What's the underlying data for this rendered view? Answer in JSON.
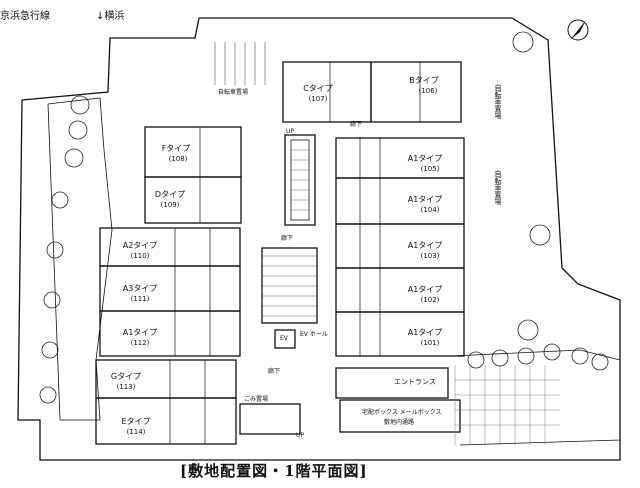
{
  "header": {
    "railway": "京浜急行線",
    "direction": "↓横浜"
  },
  "caption": "[敷地配置図・1階平面図]",
  "units": [
    {
      "type": "Cタイプ",
      "room": "(107)"
    },
    {
      "type": "Bタイプ",
      "room": "(106)"
    },
    {
      "type": "Fタイプ",
      "room": "(108)"
    },
    {
      "type": "Dタイプ",
      "room": "(109)"
    },
    {
      "type": "A2タイプ",
      "room": "(110)"
    },
    {
      "type": "A3タイプ",
      "room": "(111)"
    },
    {
      "type": "A1タイプ",
      "room": "(112)"
    },
    {
      "type": "Gタイプ",
      "room": "(113)"
    },
    {
      "type": "Eタイプ",
      "room": "(114)"
    },
    {
      "type": "A1タイプ",
      "room": "(105)"
    },
    {
      "type": "A1タイプ",
      "room": "(104)"
    },
    {
      "type": "A1タイプ",
      "room": "(103)"
    },
    {
      "type": "A1タイプ",
      "room": "(102)"
    },
    {
      "type": "A1タイプ",
      "room": "(101)"
    }
  ],
  "labels": {
    "bicycle_parking_top": "自転車置場",
    "bicycle_parking_right_1": "自転車置場",
    "bicycle_parking_right_2": "自転車置場",
    "corridor_top": "廊下",
    "corridor_center": "廊下",
    "corridor_bottom": "廊下",
    "ev": "EV",
    "ev_hall": "EV ホール",
    "garbage": "ごみ置場",
    "entrance": "エントランス",
    "mailbox": "宅配ボックス メールボックス",
    "site_sign": "敷地内通路",
    "up": "UP",
    "up2": "UP"
  }
}
